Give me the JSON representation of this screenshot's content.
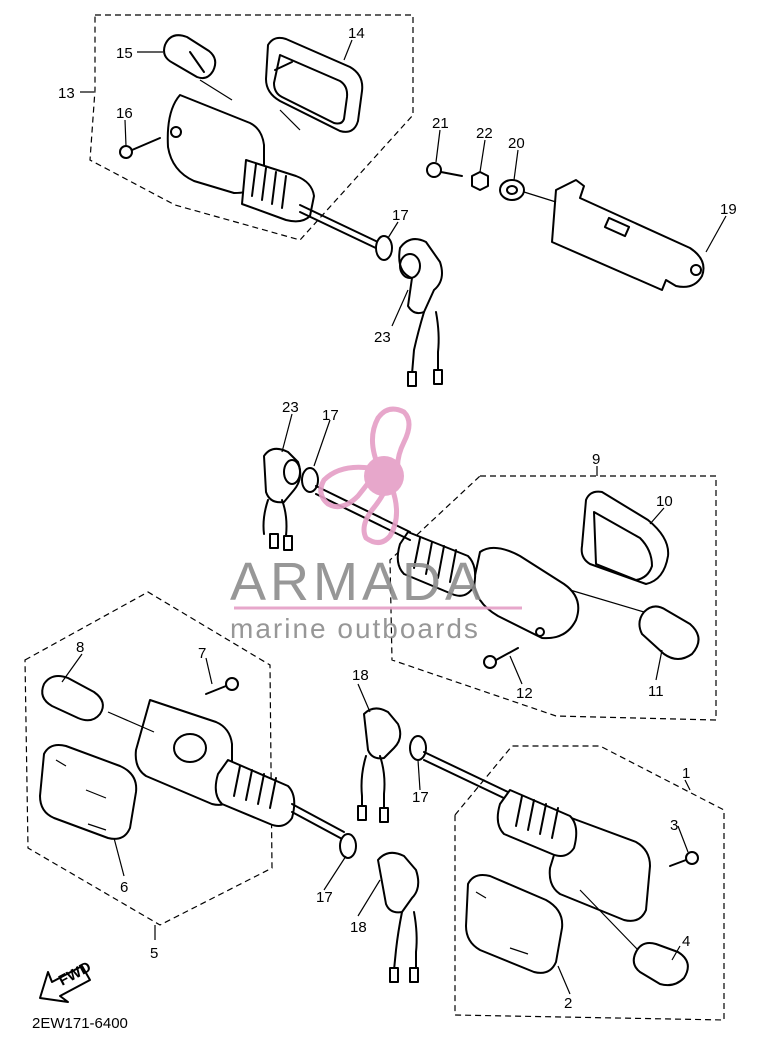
{
  "diagram": {
    "code": "2EW171-6400",
    "fwd_label": "FWD",
    "callouts": {
      "c1": "1",
      "c2": "2",
      "c3": "3",
      "c4": "4",
      "c5": "5",
      "c6": "6",
      "c7": "7",
      "c8": "8",
      "c9": "9",
      "c10": "10",
      "c11": "11",
      "c12": "12",
      "c13": "13",
      "c14": "14",
      "c15": "15",
      "c16": "16",
      "c17a": "17",
      "c17b": "17",
      "c17c": "17",
      "c17d": "17",
      "c18a": "18",
      "c18b": "18",
      "c19": "19",
      "c20": "20",
      "c21": "21",
      "c22": "22",
      "c23a": "23",
      "c23b": "23"
    }
  },
  "watermark": {
    "brand": "ARMADA",
    "tagline": "marine outboards",
    "colors": {
      "pink": "#e59ec6",
      "gray": "#8c8c8c"
    },
    "icon": "propeller-icon"
  }
}
